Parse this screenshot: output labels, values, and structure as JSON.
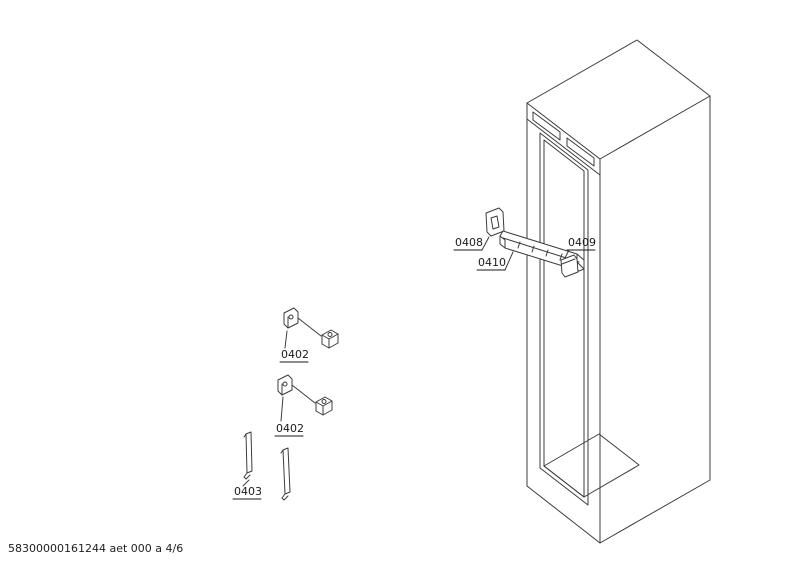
{
  "page": {
    "background": "#ffffff",
    "line_color": "#3c3c3c",
    "text_color": "#1a1a1a"
  },
  "footer": {
    "text": "58300000161244 aet 000 a 4/6"
  },
  "labels": {
    "p0408": "0408",
    "p0409": "0409",
    "p0410": "0410",
    "p0402a": "0402",
    "p0402b": "0402",
    "p0403": "0403"
  }
}
